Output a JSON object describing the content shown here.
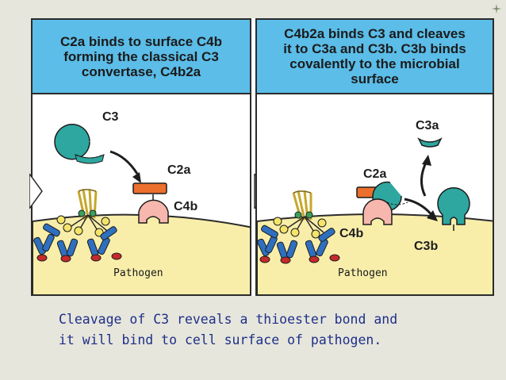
{
  "panels": [
    {
      "heading": "C2a binds to surface C4b\nforming the classical C3\nconvertase, C4b2a",
      "labels": {
        "c3": "C3",
        "c2a": "C2a",
        "c4b": "C4b"
      },
      "pathogen": "Pathogen"
    },
    {
      "heading": "C4b2a binds C3 and cleaves\nit to C3a and C3b. C3b binds\ncovalently to the microbial\nsurface",
      "labels": {
        "c3a": "C3a",
        "c2a": "C2a",
        "c4b": "C4b",
        "c3b": "C3b"
      },
      "pathogen": "Pathogen"
    }
  ],
  "caption": {
    "line1": "Cleavage of C3 reveals a thioester bond and",
    "line2": "it will bind to cell surface of pathogen."
  },
  "colors": {
    "header_bg": "#5bbde8",
    "pathogen_fill": "#f8eeaa",
    "c3_teal": "#2ea7a0",
    "c2a_orange": "#ec6f2d",
    "c4b_pink": "#f7b7ae",
    "antibody_blue": "#2f6fbf",
    "caption_text": "#1e2f8a"
  },
  "icons": [
    "corner-star-icon",
    "thioester-arrow-icon",
    "chevron-right-icon"
  ]
}
